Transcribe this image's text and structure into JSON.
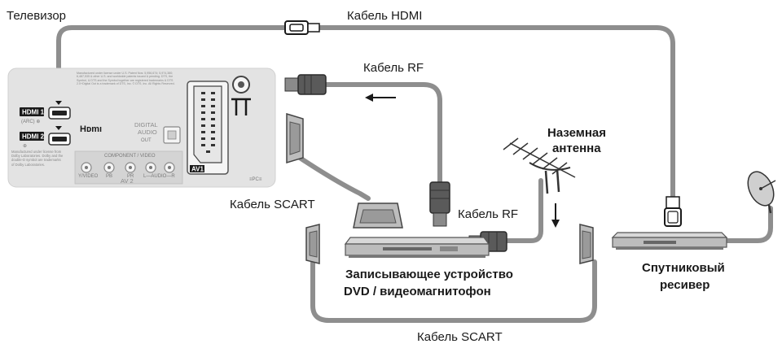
{
  "labels": {
    "tv": "Телевизор",
    "hdmi_cable": "Кабель HDMI",
    "rf_cable_top": "Кабель RF",
    "rf_cable_mid": "Кабель RF",
    "scart_cable_top": "Кабель SCART",
    "scart_cable_bottom": "Кабель SCART",
    "antenna_line1": "Наземная",
    "antenna_line2": "антенна",
    "recorder_line1": "Записывающее устройство",
    "recorder_line2": "DVD / видеомагнитофон",
    "satellite_line1": "Спутниковый",
    "satellite_line2": "ресивер"
  },
  "tv_panel": {
    "hdmi1": "HDMI 1",
    "hdmi1_sub": "(ARC) ⊕",
    "hdmi2": "HDMI 2",
    "hdmi2_sub": "⊕",
    "hdmi_logo": "Hᴅmı",
    "digital_audio_1": "DIGITAL",
    "digital_audio_2": "AUDIO",
    "digital_audio_3": "OUT",
    "component_title": "COMPONENT / VIDEO",
    "av1": "AV1",
    "av2": "AV 2",
    "pc_label": "≡PC≡",
    "jack_labels": [
      "Y/VIDEO",
      "PB",
      "PR",
      "L—AUDIO—R"
    ],
    "dts_notice": "Manufactured under license under U.S. Patent Nos: 5,956,674; 5,974,380; 6,487,535 & other U.S. and worldwide patents issued & pending. DTS, the Symbol, & DTS and the Symbol together are registered trademarks & DTS 2.0+Digital Out is a trademark of DTS, Inc. © DTS, Inc. All Rights Reserved.",
    "dolby_notice": "Manufactured under license from Dolby Laboratories. Dolby and the double-D symbol are trademarks of Dolby Laboratories."
  }
}
